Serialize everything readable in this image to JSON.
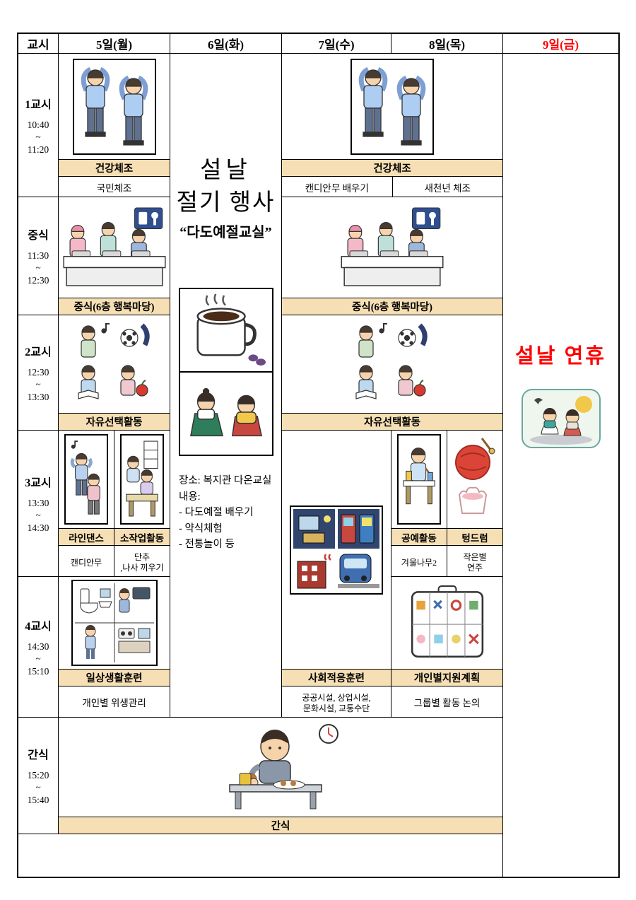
{
  "colors": {
    "label_bg": "#F6DFB4",
    "holiday_red": "#FF0000",
    "border": "#000000"
  },
  "header": {
    "period": "교시",
    "mon": "5일(월)",
    "tue": "6일(화)",
    "wed": "7일(수)",
    "thu": "8일(목)",
    "fri": "9일(금)"
  },
  "times": {
    "p1": {
      "name": "1교시",
      "start": "10:40",
      "tilde": "~",
      "end": "11:20"
    },
    "lunch": {
      "name": "중식",
      "start": "11:30",
      "tilde": "~",
      "end": "12:30"
    },
    "p2": {
      "name": "2교시",
      "start": "12:30",
      "tilde": "~",
      "end": "13:30"
    },
    "p3": {
      "name": "3교시",
      "start": "13:30",
      "tilde": "~",
      "end": "14:30"
    },
    "p4": {
      "name": "4교시",
      "start": "14:30",
      "tilde": "~",
      "end": "15:10"
    },
    "snack": {
      "name": "간식",
      "start": "15:20",
      "tilde": "~",
      "end": "15:40"
    }
  },
  "mon": {
    "p1": {
      "label": "건강체조",
      "sub": "국민체조"
    },
    "lunch": {
      "label": "중식(6층 행복마당)"
    },
    "p2": {
      "label": "자유선택활동"
    },
    "p3_left": {
      "label": "라인댄스",
      "sub": "캔디안무"
    },
    "p3_right": {
      "label": "소작업활동",
      "sub1": "단추",
      "sub2": ",나사 끼우기"
    },
    "p4": {
      "label": "일상생활훈련",
      "sub": "개인별 위생관리"
    }
  },
  "tue": {
    "title1": "설날",
    "title2": "절기 행사",
    "title3": "“다도예절교실”",
    "place": "장소: 복지관 다온교실",
    "content_label": "내용:",
    "items": [
      "- 다도예절 배우기",
      "- 약식체험",
      "- 전통놀이 등"
    ]
  },
  "wedthu": {
    "p1": {
      "label": "건강체조",
      "wed_sub": "캔디안무 배우기",
      "thu_sub": "새천년 체조"
    },
    "lunch": {
      "label": "중식(6층 행복마당)"
    },
    "p2": {
      "label": "자유선택활동"
    }
  },
  "wed": {
    "p34": {
      "label": "사회적응훈련",
      "sub1": "공공시설, 상업시설,",
      "sub2": "문화시설, 교통수단"
    }
  },
  "thu": {
    "p3_left": {
      "label": "공예활동",
      "sub": "겨울나무2"
    },
    "p3_right": {
      "label": "텅드럼",
      "sub1": "작은별",
      "sub2": "연주"
    },
    "p4": {
      "label": "개인별지원계획",
      "sub": "그룹별 활동 논의"
    }
  },
  "snack": {
    "label": "간식"
  },
  "fri": {
    "text": "설날 연휴"
  },
  "icons": {
    "exercise": "stretching-people-illustration",
    "lunch": "cafeteria-scene-illustration",
    "free_choice": "activity-collage-illustration",
    "tea": "tea-cup-illustration",
    "bow": "hanbok-bow-illustration",
    "line_dance": "dancing-people-illustration",
    "small_work": "desk-work-illustration",
    "facilities": "city-facilities-illustration",
    "craft": "craft-table-illustration",
    "tongdrum": "red-drum-illustration",
    "daily_life": "bathroom-kitchen-illustration",
    "support_plan": "icon-board-illustration",
    "snack_time": "boy-eating-illustration",
    "holiday": "hanbok-children-illustration"
  }
}
